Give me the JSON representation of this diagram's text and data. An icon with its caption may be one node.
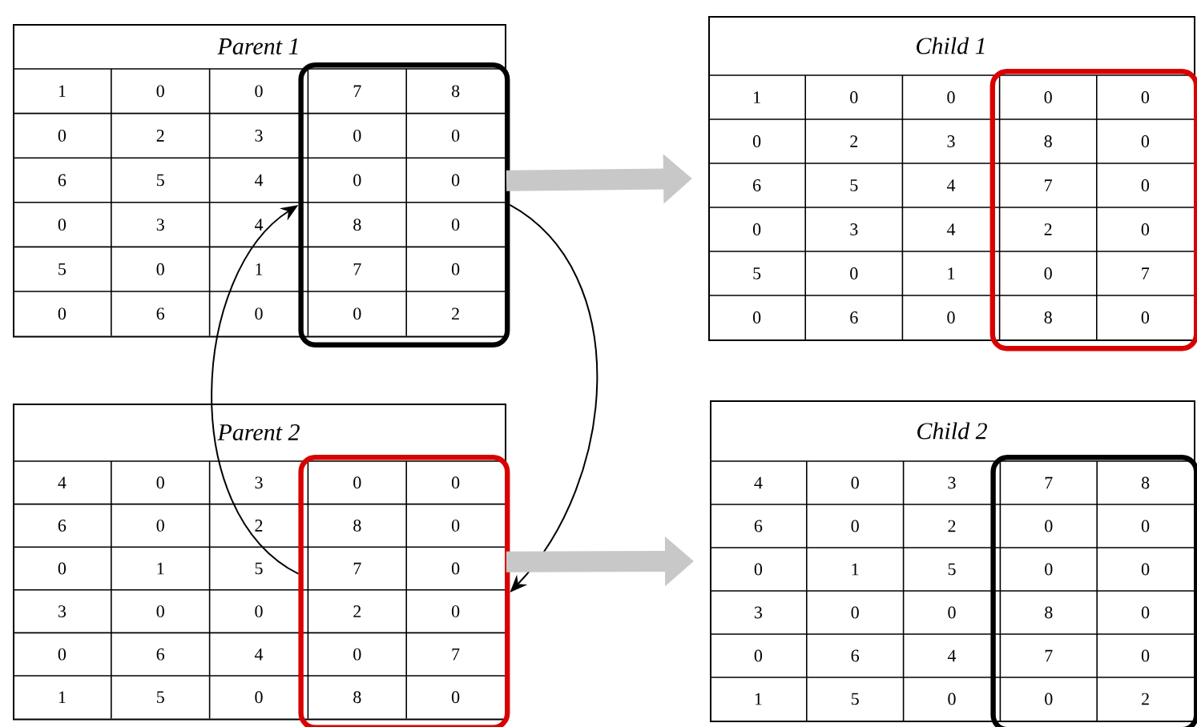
{
  "diagram": {
    "nodes": [
      {
        "text": [
          "Parent 1"
        ]
      },
      {
        "text": [],
        "shape": "box",
        "in": 0
      },
      {
        "text": [
          "Child 1"
        ]
      },
      {
        "text": [],
        "shape": "box",
        "in": 2
      },
      {
        "text": [
          "Parent 2"
        ]
      },
      {
        "text": [],
        "shape": "box",
        "in": 4
      },
      {
        "text": [
          "Child 2"
        ]
      },
      {
        "text": [],
        "shape": "box",
        "in": 6
      }
    ],
    "edges": [
      {
        "from": 0,
        "to": 2,
        "arrow": "to",
        "style": "thick",
        "color": "#c8c8c8"
      },
      {
        "from": 1,
        "to": 5,
        "arrow": "to",
        "color": "#000000"
      },
      {
        "from": 5,
        "to": 1,
        "arrow": "to",
        "color": "#000000"
      },
      {
        "from": 4,
        "to": 6,
        "arrow": "to",
        "style": "thick",
        "color": "#c8c8c8"
      }
    ],
    "labels": [
      "1",
      "0",
      "0",
      "7",
      "8",
      "0",
      "2",
      "3",
      "0",
      "0",
      "6",
      "5",
      "4",
      "0",
      "0",
      "0",
      "3",
      "4",
      "8",
      "0",
      "5",
      "0",
      "1",
      "7",
      "0",
      "0",
      "6",
      "0",
      "0",
      "2",
      "1",
      "0",
      "0",
      "0",
      "0",
      "0",
      "2",
      "3",
      "8",
      "0",
      "6",
      "5",
      "4",
      "7",
      "0",
      "0",
      "3",
      "4",
      "2",
      "0",
      "5",
      "0",
      "1",
      "0",
      "7",
      "0",
      "6",
      "0",
      "8",
      "0",
      "4",
      "0",
      "3",
      "0",
      "0",
      "6",
      "0",
      "2",
      "8",
      "0",
      "0",
      "1",
      "5",
      "7",
      "0",
      "3",
      "0",
      "0",
      "2",
      "0",
      "0",
      "6",
      "4",
      "0",
      "7",
      "1",
      "5",
      "0",
      "8",
      "0",
      "4",
      "0",
      "3",
      "7",
      "8",
      "6",
      "0",
      "2",
      "0",
      "0",
      "0",
      "1",
      "5",
      "0",
      "0",
      "3",
      "0",
      "0",
      "8",
      "0",
      "0",
      "6",
      "4",
      "7",
      "0",
      "1",
      "5",
      "0",
      "0",
      "2"
    ]
  }
}
